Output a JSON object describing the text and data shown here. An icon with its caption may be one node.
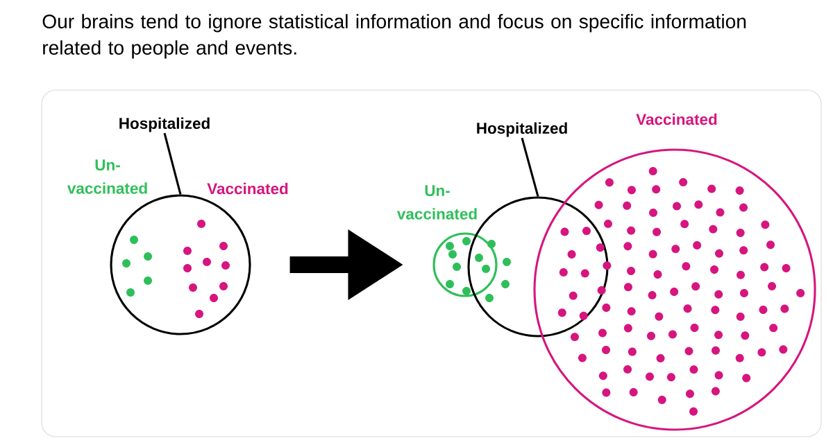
{
  "diagram": {
    "title": "Our brains tend to ignore statistical information and focus on specific information related to people and events.",
    "nodes": [
      {
        "text": [
          "Hospitalized"
        ]
      },
      {
        "text": [],
        "shape": "circle"
      },
      {
        "text": [
          "Hospitalized"
        ]
      },
      {
        "text": [],
        "shape": "circle"
      },
      {
        "text": [],
        "shape": "circle"
      },
      {
        "text": [],
        "shape": "circle"
      }
    ],
    "edges": [
      {
        "from": 0,
        "to": 1,
        "arrow": "none"
      },
      {
        "from": 1,
        "to": 3,
        "arrow": "to",
        "style": "thick"
      },
      {
        "from": 2,
        "to": 4,
        "arrow": "none"
      }
    ],
    "labels": [
      "Un- vaccinated",
      "Vaccinated",
      "Un- vaccinated",
      "Vaccinated"
    ]
  }
}
